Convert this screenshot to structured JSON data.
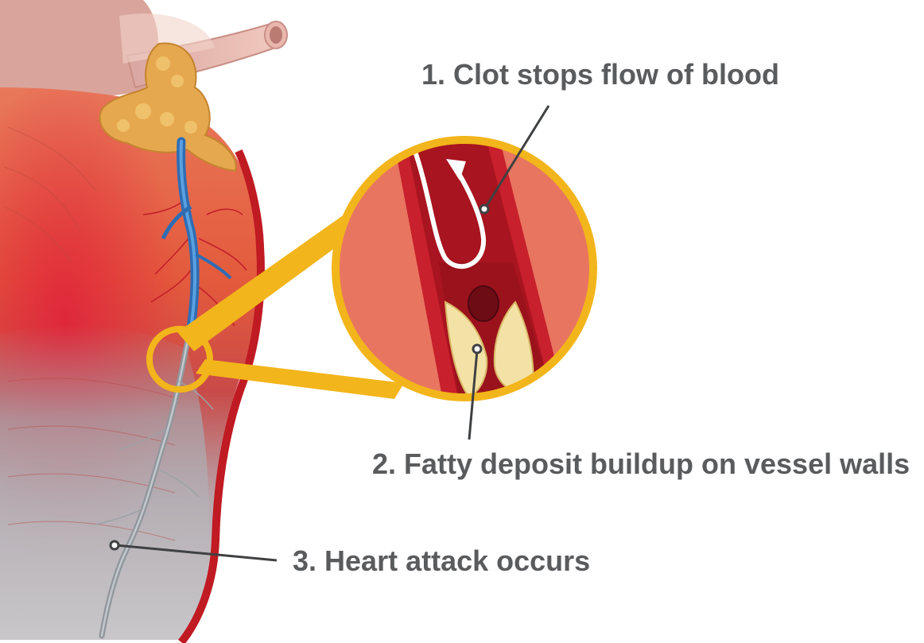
{
  "labels": {
    "clot": "1. Clot stops flow of blood",
    "fatty_deposit": "2. Fatty deposit buildup on vessel walls",
    "heart_attack": "3. Heart attack occurs"
  },
  "colors": {
    "callout_ring": "#f2b51b",
    "artery_red": "#b51a24",
    "vessel_blue": "#3a7dc3",
    "blocked_vessel_gray": "#9aa0a6",
    "fatty_deposit": "#f5e0a0",
    "clot": "#7a0f1a",
    "label_text": "#5a5b5d",
    "leader_line": "#3f4042"
  }
}
